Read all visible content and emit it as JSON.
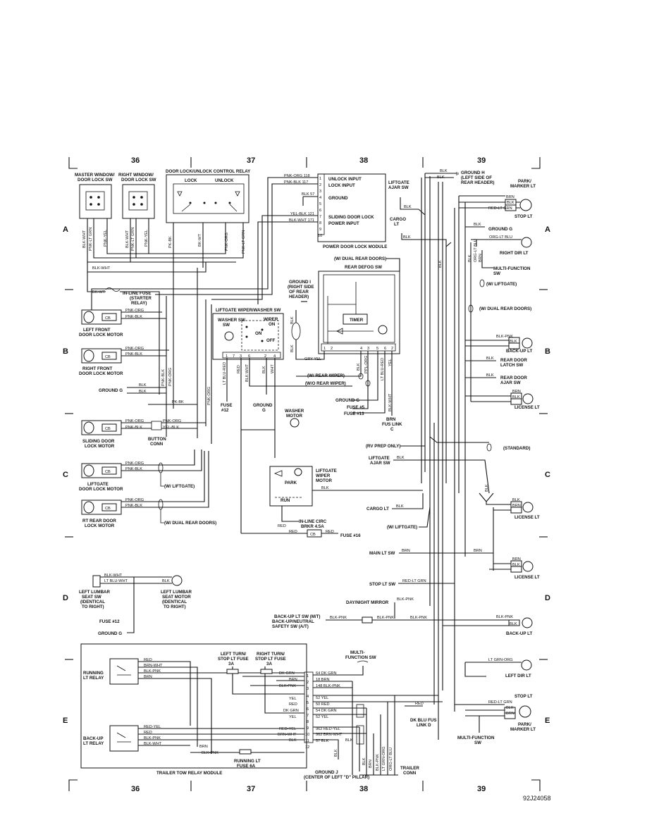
{
  "columns": [
    "36",
    "37",
    "38",
    "39"
  ],
  "rows": [
    "A",
    "B",
    "C",
    "D",
    "E"
  ],
  "figure_id": "92J24058",
  "components": {
    "master_sw": "MASTER WINDOW/ DOOR LOCK SW",
    "right_sw": "RIGHT WINDOW/ DOOR LOCK SW",
    "relay": "DOOR LOCK/UNLOCK CONTROL RELAY",
    "relay_lock": "LOCK",
    "relay_unlock": "UNLOCK",
    "module": "POWER DOOR LOCK MODULE",
    "mod_unlock": "UNLOCK INPUT",
    "mod_lock": "LOCK INPUT",
    "mod_ground": "GROUND",
    "mod_sliding": "SLIDING DOOR LOCK",
    "mod_power": "POWER INPUT",
    "inline_fuse": "IN-LINE FUSE (STARTER RELAY)",
    "ground_i": "GROUND I (RIGHT SIDE OF REAR HEADER)",
    "ground_h": "GROUND H (LEFT SIDE OF REAR HEADER)",
    "liftgate_ajar": "LIFTGATE AJAR SW",
    "cargo_lt": "CARGO LT",
    "wiper_sw": "LIFTGATE WIPER/WASHER SW",
    "washer_sw": "WASHER SW",
    "wiper": "WIPER",
    "on": "ON",
    "off": "OFF",
    "rear_defog": "REAR DEFOG SW",
    "timer": "TIMER",
    "lf_motor": "LEFT FRONT DOOR LOCK MOTOR",
    "rf_motor": "RIGHT FRONT DOOR LOCK MOTOR",
    "slide_motor": "SLIDING DOOR LOCK MOTOR",
    "button_conn": "BUTTON CONN",
    "lg_motor": "LIFTGATE DOOR LOCK MOTOR",
    "rr_motor": "RT REAR DOOR LOCK MOTOR",
    "washer_motor": "WASHER MOTOR",
    "wiper_motor": "LIFTGATE WIPER MOTOR",
    "park": "PARK",
    "run": "RUN",
    "cb": "CB",
    "inline_cb": "IN-LINE CIRC BRKR 4.5A",
    "fuse16": "FUSE #16",
    "fuse12": "FUSE #12",
    "fuse5": "FUSE #5",
    "fuse13": "FUSE #13",
    "fus_link_c": "BRN FUS LINK C",
    "ground_g": "GROUND G",
    "lumbar_sw": "LEFT LUMBAR SEAT SW (IDENTICAL TO RIGHT)",
    "lumbar_motor": "LEFT LUMBAR SEAT MOTOR (IDENTICAL TO RIGHT)",
    "park_marker": "PARK/ MARKER LT",
    "stop_lt": "STOP LT",
    "right_dir": "RIGHT DIR LT",
    "multi_sw": "MULTI-FUNCTION SW",
    "backup_lt": "BACK-UP LT",
    "rear_latch": "REAR DOOR LATCH SW",
    "rear_ajar": "REAR DOOR AJAR SW",
    "license_lt": "LICENSE LT",
    "rv_prep": "(RV PREP ONLY)",
    "standard": "(STANDARD)",
    "w_liftgate": "(W/ LIFTGATE)",
    "w_dual": "(W/ DUAL REAR DOORS)",
    "w_rear_wiper": "(W/ REAR WIPER)",
    "wo_rear_wiper": "(W/O REAR WIPER)",
    "main_lt_sw": "MAIN LT SW",
    "stop_lt_sw": "STOP LT SW",
    "daynight": "DAY/NIGHT MIRROR",
    "backup_sw": "BACK-UP LT SW (M/T) BACK-UP/NEUTRAL SAFETY SW (A/T)",
    "left_dir": "LEFT DIR LT",
    "running_relay": "RUNNING LT RELAY",
    "backup_relay": "BACK-UP LT RELAY",
    "left_fuse": "LEFT TURN/ STOP LT FUSE 3A",
    "right_fuse": "RIGHT TURN/ STOP LT FUSE 3A",
    "running_fuse": "RUNNING LT FUSE 6A",
    "trailer_module": "TRAILER TOW RELAY MODULE",
    "ground_j": "GROUND J (CENTER OF LEFT \"D\" PILLAR)",
    "dk_blu_link": "DK BLU FUS LINK D",
    "trailer_conn": "TRAILER CONN",
    "multi_sw2": "MULTI- FUNCTION SW"
  },
  "wires": {
    "blk_wht": "BLK-WHT",
    "pnk_lt_grn": "PNK-LT GRN",
    "pnk_yel": "PNK-YEL",
    "pnk_org": "PNK-ORG",
    "pnk_blk": "PNK-BLK",
    "pk_bk": "PK-BK",
    "bk_wt": "BK-WT",
    "pnk_org_118": "PNK-ORG 118",
    "pnk_blk_117": "PNK-BLK 117",
    "blk_57": "BLK 57",
    "yel_blk_121": "YEL-BLK 121",
    "blk_wht_171": "BLK-WHT 171",
    "blk": "BLK",
    "brn": "BRN",
    "red_lt_grn": "RED-LT GRN",
    "org_lt_blu": "ORG-LT BLU",
    "blk_pnk": "BLK-PNK",
    "gry_yel": "GRY-YEL",
    "ppl_org": "PPL-ORG",
    "lt_blu_red": "LT BLU-RED",
    "yel": "YEL",
    "red": "RED",
    "wht": "WHT",
    "yel_blk": "YEL-BLK",
    "lt_blu_wht": "LT BLU-WHT",
    "lt_grn_org": "LT GRN-ORG",
    "brn_wht": "BRN-WHT",
    "red_yel": "RED-YEL",
    "dk_grn": "DK GRN",
    "w64": "64 DK GRN",
    "w18": "18 BRN",
    "w148": "148 BLK-PNK",
    "w52": "52 YEL",
    "w50": "50 RED",
    "w54": "54 DK GRN",
    "w52b": "52 YEL",
    "w962": "962 RED-YEL",
    "w962b": "962 BRN-WHT",
    "w57": "57 BLK"
  }
}
